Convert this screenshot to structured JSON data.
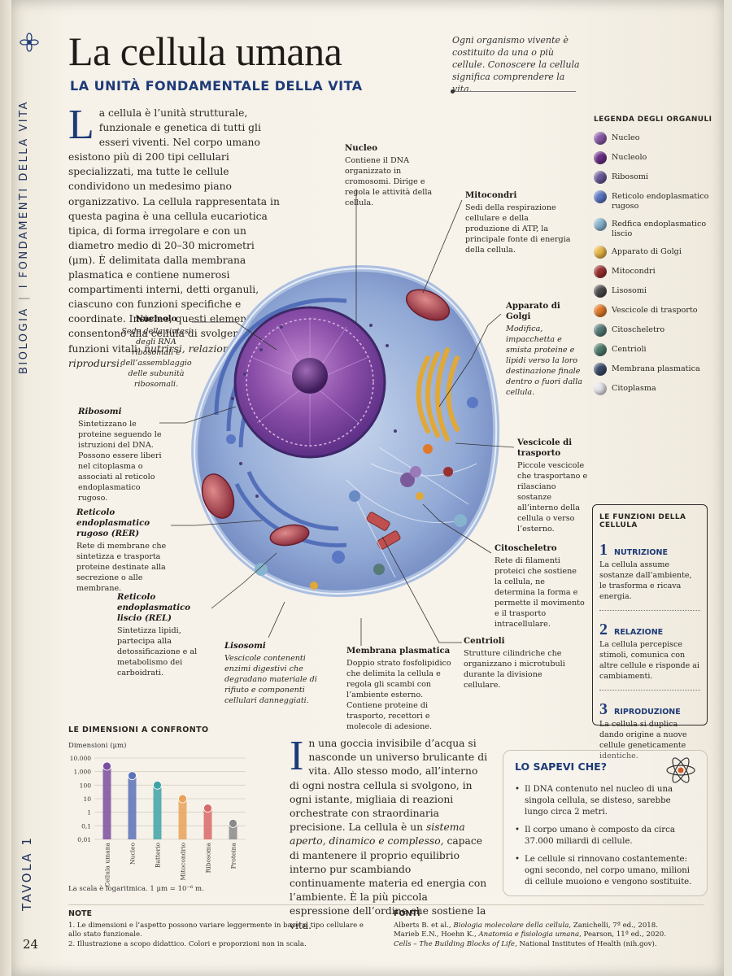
{
  "side": {
    "subject": "BIOLOGIA",
    "section": "I FONDAMENTI DELLA VITA",
    "tavola": "TAVOLA 1",
    "page_number": "24"
  },
  "header": {
    "title": "La cellula umana",
    "subtitle": "LA UNITÀ FONDAMENTALE DELLA VITA",
    "quote": "Ogni organismo vivente è costituito da una o più cellule. Conoscere la cellula significa comprendere la vita."
  },
  "intro": {
    "dropcap": "L",
    "text": "a cellula è l’unità strutturale, funzionale e genetica di tutti gli esseri viventi. Nel corpo umano esistono più di 200 tipi cellulari specializzati, ma tutte le cellule condividono un medesimo piano organizzativo. La cellula rappresentata in questa pagina è una cellula eucariotica tipica, di forma irregolare e con un diametro medio di 20–30 micrometri (μm). È delimitata dalla membrana plasmatica e contiene numerosi compartimenti interni, detti organuli, ciascuno con funzioni specifiche e coordinate. Insieme, questi elementi consentono alla cellula di svolgere le tre funzioni vitali: ",
    "italic_end": "nutrirsi, relazionarsi e riprodursi."
  },
  "callouts": {
    "nucleo": {
      "title": "Nucleo",
      "text": "Contiene il DNA organizzato in cromosomi. Dirige e regola le attività della cellula."
    },
    "mitocondri": {
      "title": "Mitocondri",
      "text": "Sedi della respirazione cellulare e della produzione di ATP, la principale fonte di energia della cellula."
    },
    "golgi": {
      "title": "Apparato di Golgi",
      "text": "Modifica, impacchetta e smista proteine e lipidi verso la loro destinazione finale dentro o fuori dalla cellula."
    },
    "nucleolo": {
      "title": "Nucleolo",
      "text": "Sede della sintesi degli RNA ribosomali e dell’assemblaggio delle subunità ribosomali."
    },
    "ribosomi": {
      "title": "Ribosomi",
      "text": "Sintetizzano le proteine seguendo le istruzioni del DNA. Possono essere liberi nel citoplasma o associati al reticolo endoplasmatico rugoso."
    },
    "vescicole": {
      "title": "Vescicole di trasporto",
      "text": "Piccole vescicole che trasportano e rilasciano sostanze all’interno della cellula o verso l’esterno."
    },
    "rer": {
      "title": "Reticolo endoplasmatico rugoso (RER)",
      "text": "Rete di membrane che sintetizza e trasporta proteine destinate alla secrezione o alle membrane."
    },
    "citoscheletro": {
      "title": "Citoscheletro",
      "text": "Rete di filamenti proteici che sostiene la cellula, ne determina la forma e permette il movimento e il trasporto intracellulare."
    },
    "rel": {
      "title": "Reticolo endoplasmatico liscio (REL)",
      "text": "Sintetizza lipidi, partecipa alla detossificazione e al metabolismo dei carboidrati."
    },
    "centrioli": {
      "title": "Centrioli",
      "text": "Strutture cilindriche che organizzano i microtubuli durante la divisione cellulare."
    },
    "lisosomi": {
      "title": "Lisosomi",
      "text": "Vescicole contenenti enzimi digestivi che degradano materiale di rifiuto e componenti cellulari danneggiati."
    },
    "membrana": {
      "title": "Membrana plasmatica",
      "text": "Doppio strato fosfolipidico che delimita la cellula e regola gli scambi con l’ambiente esterno. Contiene proteine di trasporto, recettori e molecole di adesione."
    }
  },
  "legend": {
    "title": "LEGENDA DEGLI ORGANULI",
    "items": [
      {
        "label": "Nucleo",
        "color": "#8a5aa8"
      },
      {
        "label": "Nucleolo",
        "color": "#6b2f86"
      },
      {
        "label": "Ribosomi",
        "color": "#6b5a9a"
      },
      {
        "label": "Reticolo endoplasmatico rugoso",
        "color": "#5b78c4"
      },
      {
        "label": "Redfica endoplasmatico liscio",
        "color": "#86b4cf"
      },
      {
        "label": "Apparato di Golgi",
        "color": "#e8b648"
      },
      {
        "label": "Mitocondri",
        "color": "#9a3030"
      },
      {
        "label": "Lisosomi",
        "color": "#4a4a4a"
      },
      {
        "label": "Vescicole di trasporto",
        "color": "#e07a2a"
      },
      {
        "label": "Citoscheletro",
        "color": "#557a78"
      },
      {
        "label": "Centrioli",
        "color": "#4f7a6c"
      },
      {
        "label": "Membrana plasmatica",
        "color": "#3a4a6a"
      },
      {
        "label": "Citoplasma",
        "color": "#e4e4ea"
      }
    ]
  },
  "functions": {
    "title": "LE FUNZIONI DELLA CELLULA",
    "items": [
      {
        "num": "1",
        "name": "NUTRIZIONE",
        "text": "La cellula assume sostanze dall’ambiente, le trasforma e ricava energia."
      },
      {
        "num": "2",
        "name": "RELAZIONE",
        "text": "La cellula percepisce stimoli, comunica con altre cellule e risponde ai cambiamenti."
      },
      {
        "num": "3",
        "name": "RIPRODUZIONE",
        "text": "La cellula si duplica dando origine a nuove cellule geneticamente identiche."
      }
    ]
  },
  "chart": {
    "title": "LE DIMENSIONI A CONFRONTO",
    "note": "La scala è logaritmica. 1 μm = 10⁻⁶ m."
  },
  "chart_data": {
    "type": "bar",
    "title": "LE DIMENSIONI A CONFRONTO",
    "ylabel": "Dimensioni (μm)",
    "scale": "log",
    "yticks": [
      "10.000",
      "1.000",
      "100",
      "10",
      "1",
      "0,1",
      "0,01"
    ],
    "ylim": [
      0.01,
      10000
    ],
    "grid": true,
    "categories": [
      "Cellula umana",
      "Nucleo",
      "Batterio",
      "Mitocondrio",
      "Ribosoma",
      "Proteina"
    ],
    "values": [
      2500,
      500,
      100,
      10,
      2,
      0.15
    ],
    "colors": [
      "#7b4fa0",
      "#5a72b8",
      "#3fa3a6",
      "#e8a35a",
      "#d86a68",
      "#8a8a8a"
    ]
  },
  "mid": {
    "dropcap": "I",
    "text_a": "n una goccia invisibile d’acqua si nasconde un universo brulicante di vita. Allo stesso modo, all’interno di ogni nostra cellula si svolgono, in ogni istante, migliaia di reazioni orchestrate con straordinaria precisione. La cellula è un ",
    "text_it": "sistema aperto, dinamico e complesso,",
    "text_b": " capace di mantenere il proprio equilibrio interno pur scambiando continuamente materia ed energia con l’ambiente. È la più piccola espressione dell’ordine che sostiene la vita."
  },
  "didyou": {
    "title": "LO SAPEVI CHE?",
    "items": [
      "Il DNA contenuto nel nucleo di una singola cellula, se disteso, sarebbe lungo circa 2 metri.",
      "Il corpo umano è composto da circa 37.000 miliardi di cellule.",
      "Le cellule si rinnovano costantemente: ogni secondo, nel corpo umano, milioni di cellule muoiono e vengono sostituite."
    ]
  },
  "notes": {
    "title": "NOTE",
    "items": [
      "1. Le dimensioni e l’aspetto possono variare leggermente in base al tipo cellulare e allo stato funzionale.",
      "2. Illustrazione a scopo didattico. Colori e proporzioni non in scala."
    ]
  },
  "sources": {
    "title": "FONTI",
    "line1_a": "Alberts B. et al., ",
    "line1_it": "Biologia molecolare della cellula",
    "line1_b": ", Zanichelli, 7ª ed., 2018.",
    "line2_a": "Marieb E.N., Hoehn K., ",
    "line2_it": "Anatomia e fisiologia umana",
    "line2_b": ", Pearson, 11ª ed., 2020.",
    "line3_it": "Cells – The Building Blocks of Life",
    "line3_b": ", National Institutes of Health (nih.gov)."
  }
}
